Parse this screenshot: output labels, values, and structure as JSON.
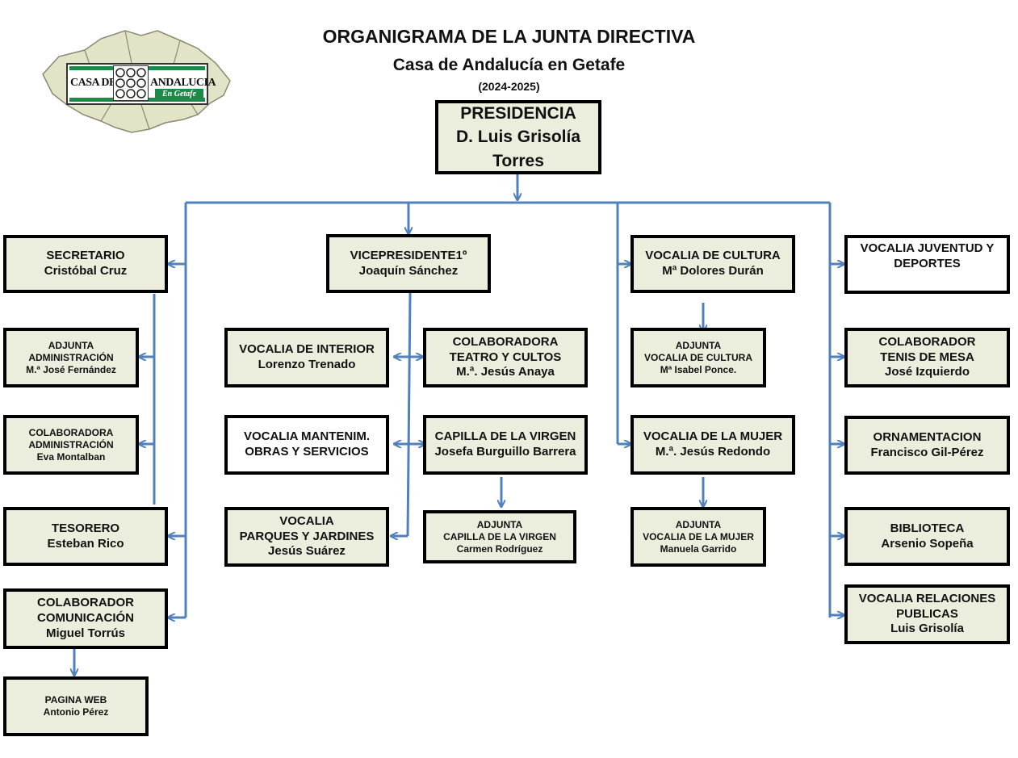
{
  "header": {
    "title": "ORGANIGRAMA DE LA JUNTA DIRECTIVA",
    "subtitle": "Casa de Andalucía en Getafe",
    "period": "(2024-2025)"
  },
  "logo": {
    "left_text": "CASA DE",
    "right_text": "ANDALUCIA",
    "sub_text": "En Getafe"
  },
  "president": {
    "role": "PRESIDENCIA",
    "name_line1": "D. Luis Grisolía",
    "name_line2": "Torres"
  },
  "left_column": {
    "secretario": {
      "role": "SECRETARIO",
      "name": "Cristóbal Cruz"
    },
    "adjunta_admin": {
      "role_line1": "ADJUNTA",
      "role_line2": "ADMINISTRACIÓN",
      "name": "M.ª José Fernández"
    },
    "colab_admin": {
      "role_line1": "COLABORADORA",
      "role_line2": "ADMINISTRACIÓN",
      "name": "Eva Montalban"
    },
    "tesorero": {
      "role": "TESORERO",
      "name": "Esteban Rico"
    },
    "colab_comunicacion": {
      "role_line1": "COLABORADOR",
      "role_line2": "COMUNICACIÓN",
      "name": "Miguel Torrús"
    },
    "pagina_web": {
      "role": "PAGINA WEB",
      "name": "Antonio Pérez"
    }
  },
  "center_column": {
    "vicepresidente": {
      "role": "VICEPRESIDENTE1º",
      "name": "Joaquín Sánchez"
    },
    "vocalia_interior": {
      "role": "VOCALIA DE INTERIOR",
      "name": "Lorenzo Trenado"
    },
    "colab_teatro": {
      "role_line1": "COLABORADORA",
      "role_line2": "TEATRO Y CULTOS",
      "name": "M.ª. Jesús Anaya"
    },
    "vocalia_mantenim": {
      "role_line1": "VOCALIA MANTENIM.",
      "role_line2": "OBRAS Y SERVICIOS"
    },
    "capilla": {
      "role": "CAPILLA DE LA VIRGEN",
      "name": "Josefa Burguillo Barrera"
    },
    "vocalia_parques": {
      "role_line1": "VOCALIA",
      "role_line2": "PARQUES Y JARDINES",
      "name": "Jesús Suárez"
    },
    "adjunta_capilla": {
      "role_line1": "ADJUNTA",
      "role_line2": "CAPILLA DE LA VIRGEN",
      "name": "Carmen Rodríguez"
    }
  },
  "culture_column": {
    "vocalia_cultura": {
      "role": "VOCALIA DE CULTURA",
      "name": "Mª Dolores Durán"
    },
    "adjunta_cultura": {
      "role_line1": "ADJUNTA",
      "role_line2": "VOCALIA DE CULTURA",
      "name": "Mª Isabel Ponce."
    },
    "vocalia_mujer": {
      "role": "VOCALIA DE LA MUJER",
      "name": "M.ª. Jesús Redondo"
    },
    "adjunta_mujer": {
      "role_line1": "ADJUNTA",
      "role_line2": "VOCALIA DE LA MUJER",
      "name": "Manuela Garrido"
    }
  },
  "right_column": {
    "juventud": {
      "role_line1": "VOCALIA JUVENTUD Y",
      "role_line2": "DEPORTES"
    },
    "tenis": {
      "role_line1": "COLABORADOR",
      "role_line2": "TENIS DE MESA",
      "name": "José Izquierdo"
    },
    "ornamentacion": {
      "role": "ORNAMENTACION",
      "name": "Francisco Gil-Pérez"
    },
    "biblioteca": {
      "role": "BIBLIOTECA",
      "name": "Arsenio Sopeña"
    },
    "relaciones": {
      "role_line1": "VOCALIA RELACIONES",
      "role_line2": "PUBLICAS",
      "name": "Luis Grisolía"
    }
  },
  "colors": {
    "box_fill": "#eceedd",
    "connector": "#4f81bd",
    "logo_green": "#1d8a4a"
  }
}
